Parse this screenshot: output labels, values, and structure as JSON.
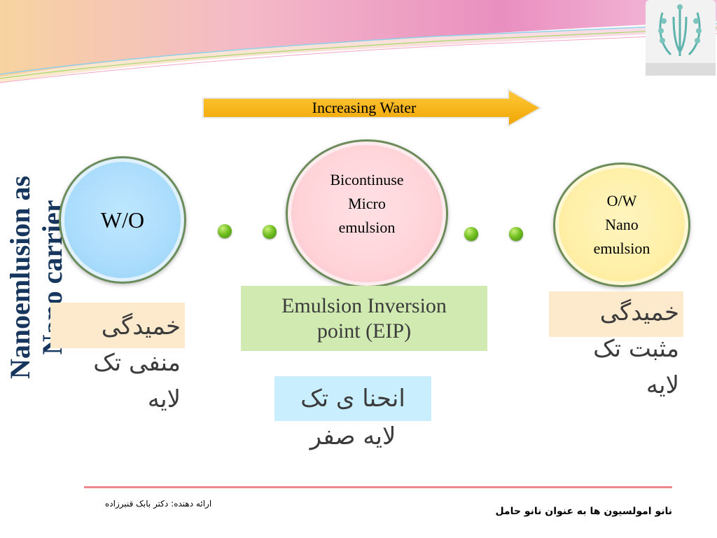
{
  "slide": {
    "vertical_title": {
      "line1": "Nanoemlusion as",
      "line2": "Nano carrier"
    },
    "arrow": {
      "label": "Increasing Water",
      "color": "#fbb516"
    },
    "circles": {
      "wo": {
        "label": "W/O",
        "color": "#a9dcfb"
      },
      "bicontinuous": {
        "line1": "Bicontinuse",
        "line2": "Micro",
        "line3": "emulsion",
        "color": "#ffd3d8"
      },
      "ow": {
        "line1": "O/W",
        "line2": "Nano",
        "line3": "emulsion",
        "color": "#ffefa6"
      }
    },
    "eip": {
      "line1": "Emulsion Inversion",
      "line2": "point (EIP)",
      "color": "#d0eab2"
    },
    "curvature": {
      "negative": {
        "line1": "خمیدگی",
        "line2": "منفی تک",
        "line3": "لایه"
      },
      "positive": {
        "line1": "خمیدگی",
        "line2": "مثبت تک",
        "line3": "لایه"
      },
      "zero": {
        "line1": "انحنا ی  تک",
        "line2": "لایه صفر"
      }
    }
  },
  "footer": {
    "presenter": "ارائه دهنده: دکتر بابک قنبرزاده",
    "topic": "نانو امولسیون ها به عنوان نانو حامل",
    "line_color": "#f08a8a"
  },
  "logo": {
    "icon": "university-emblem-icon"
  }
}
